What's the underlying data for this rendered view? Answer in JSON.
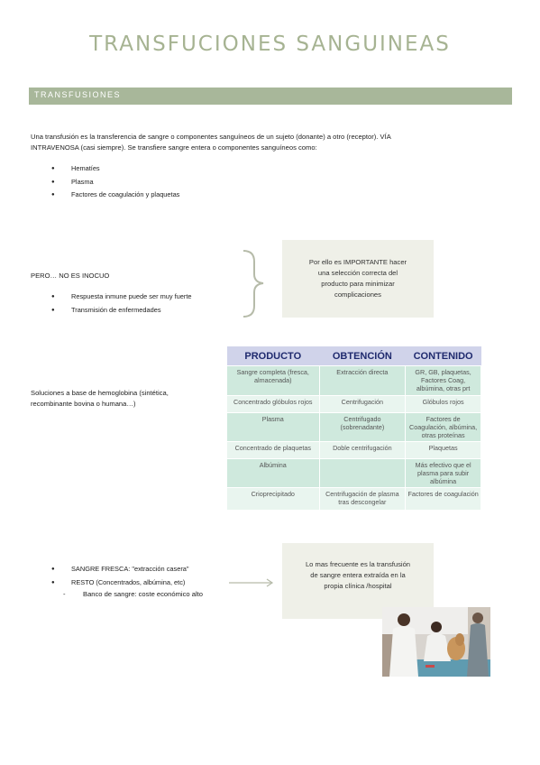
{
  "title": "TRANSFUCIONES SANGUINEAS",
  "section": "TRANSFUSIONES",
  "intro": {
    "line1": "Una transfusión es la transferencia de sangre o componentes sanguíneos de un sujeto (donante) a otro (receptor). VÍA",
    "line2": "INTRAVENOSA (casi siempre). Se transfiere sangre entera o componentes sanguíneos como:"
  },
  "components": [
    "Hematíes",
    "Plasma",
    "Factores de coagulación y plaquetas"
  ],
  "pero": {
    "heading": "PERO… NO ES INOCUO",
    "items": [
      "Respuesta inmune puede ser muy fuerte",
      "Transmisión de enfermedades"
    ],
    "note": [
      "Por ello es IMPORTANTE hacer",
      "una selección correcta del",
      "producto para minimizar",
      "complicaciones"
    ]
  },
  "hemoglobin": {
    "line1": "Soluciones a base de hemoglobina (sintética,",
    "line2": "recombinante bovina o humana…)"
  },
  "table": {
    "headers": [
      "PRODUCTO",
      "OBTENCIÓN",
      "CONTENIDO"
    ],
    "rows": [
      [
        "Sangre completa (fresca, almacenada)",
        "Extracción directa",
        "GR, GB, plaquetas, Factores Coag, albúmina, otras prt"
      ],
      [
        "Concentrado glóbulos rojos",
        "Centrifugación",
        "Glóbulos rojos"
      ],
      [
        "Plasma",
        "Centrifugado (sobrenadante)",
        "Factores de Coagulación, albúmina, otras proteínas"
      ],
      [
        "Concentrado de plaquetas",
        "Doble centrifugación",
        "Plaquetas"
      ],
      [
        "Albúmina",
        "",
        "Más efectivo que el plasma para subir albúmina"
      ],
      [
        "Crioprecipitado",
        "Centrifugación de plasma tras descongelar",
        "Factores de coagulación"
      ]
    ]
  },
  "fresh": {
    "items": [
      "SANGRE FRESCA: \"extracción casera\"",
      "RESTO (Concentrados, albúmina, etc)"
    ],
    "subitem": "Banco de sangre: coste económico alto",
    "note": [
      "Lo mas frecuente es la transfusión",
      "de sangre entera extraída en la",
      "propia clínica /hospital"
    ]
  }
}
